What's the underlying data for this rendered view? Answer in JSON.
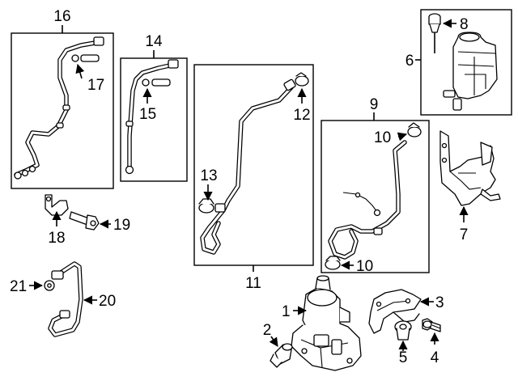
{
  "callouts": {
    "c1": "1",
    "c2": "2",
    "c3": "3",
    "c4": "4",
    "c5": "5",
    "c6": "6",
    "c7": "7",
    "c8": "8",
    "c9": "9",
    "c10a": "10",
    "c10b": "10",
    "c11": "11",
    "c12": "12",
    "c13": "13",
    "c14": "14",
    "c15": "15",
    "c16": "16",
    "c17": "17",
    "c18": "18",
    "c19": "19",
    "c20": "20",
    "c21": "21"
  }
}
